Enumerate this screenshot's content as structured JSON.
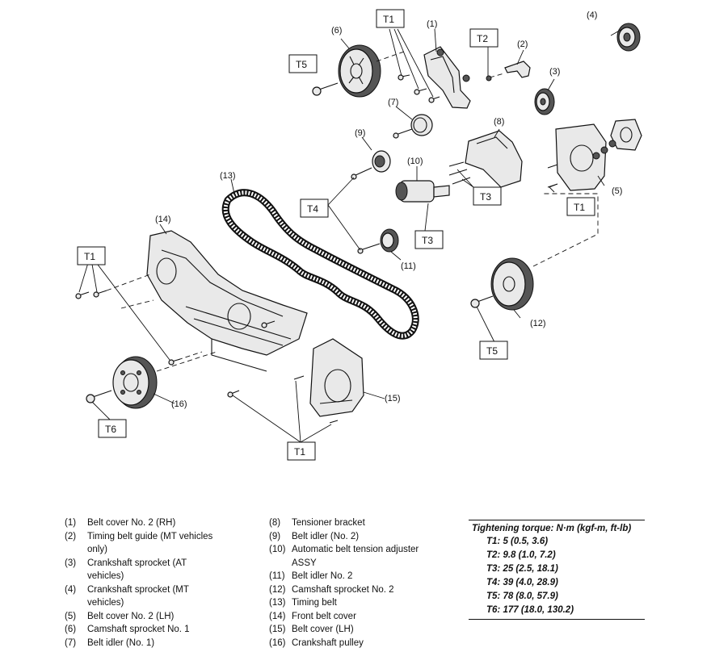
{
  "callouts": {
    "c1": "(1)",
    "c2": "(2)",
    "c3": "(3)",
    "c4": "(4)",
    "c5": "(5)",
    "c6": "(6)",
    "c7": "(7)",
    "c8": "(8)",
    "c9": "(9)",
    "c10": "(10)",
    "c11": "(11)",
    "c12": "(12)",
    "c13": "(13)",
    "c14": "(14)",
    "c15": "(15)",
    "c16": "(16)"
  },
  "torque_boxes": {
    "t1": "T1",
    "t2": "T2",
    "t3": "T3",
    "t4": "T4",
    "t5": "T5",
    "t6": "T6"
  },
  "legend": {
    "col1": [
      {
        "num": "(1)",
        "lines": [
          "Belt cover No. 2 (RH)"
        ]
      },
      {
        "num": "(2)",
        "lines": [
          "Timing belt guide (MT vehicles",
          "only)"
        ]
      },
      {
        "num": "(3)",
        "lines": [
          "Crankshaft sprocket (AT",
          "vehicles)"
        ]
      },
      {
        "num": "(4)",
        "lines": [
          "Crankshaft sprocket (MT",
          "vehicles)"
        ]
      },
      {
        "num": "(5)",
        "lines": [
          "Belt cover No. 2 (LH)"
        ]
      },
      {
        "num": "(6)",
        "lines": [
          "Camshaft sprocket No. 1"
        ]
      },
      {
        "num": "(7)",
        "lines": [
          "Belt idler (No. 1)"
        ]
      }
    ],
    "col2": [
      {
        "num": "(8)",
        "lines": [
          "Tensioner bracket"
        ]
      },
      {
        "num": "(9)",
        "lines": [
          "Belt idler (No. 2)"
        ]
      },
      {
        "num": "(10)",
        "lines": [
          "Automatic belt tension adjuster",
          "ASSY"
        ]
      },
      {
        "num": "(11)",
        "lines": [
          "Belt idler No. 2"
        ]
      },
      {
        "num": "(12)",
        "lines": [
          "Camshaft sprocket No. 2"
        ]
      },
      {
        "num": "(13)",
        "lines": [
          "Timing belt"
        ]
      },
      {
        "num": "(14)",
        "lines": [
          "Front belt cover"
        ]
      },
      {
        "num": "(15)",
        "lines": [
          "Belt cover (LH)"
        ]
      },
      {
        "num": "(16)",
        "lines": [
          "Crankshaft pulley"
        ]
      }
    ]
  },
  "torque_table": {
    "title": "Tightening torque: N·m (kgf-m, ft-lb)",
    "rows": [
      "T1: 5 (0.5, 3.6)",
      "T2: 9.8 (1.0, 7.2)",
      "T3: 25 (2.5, 18.1)",
      "T4: 39 (4.0, 28.9)",
      "T5: 78 (8.0, 57.9)",
      "T6: 177 (18.0, 130.2)"
    ]
  }
}
